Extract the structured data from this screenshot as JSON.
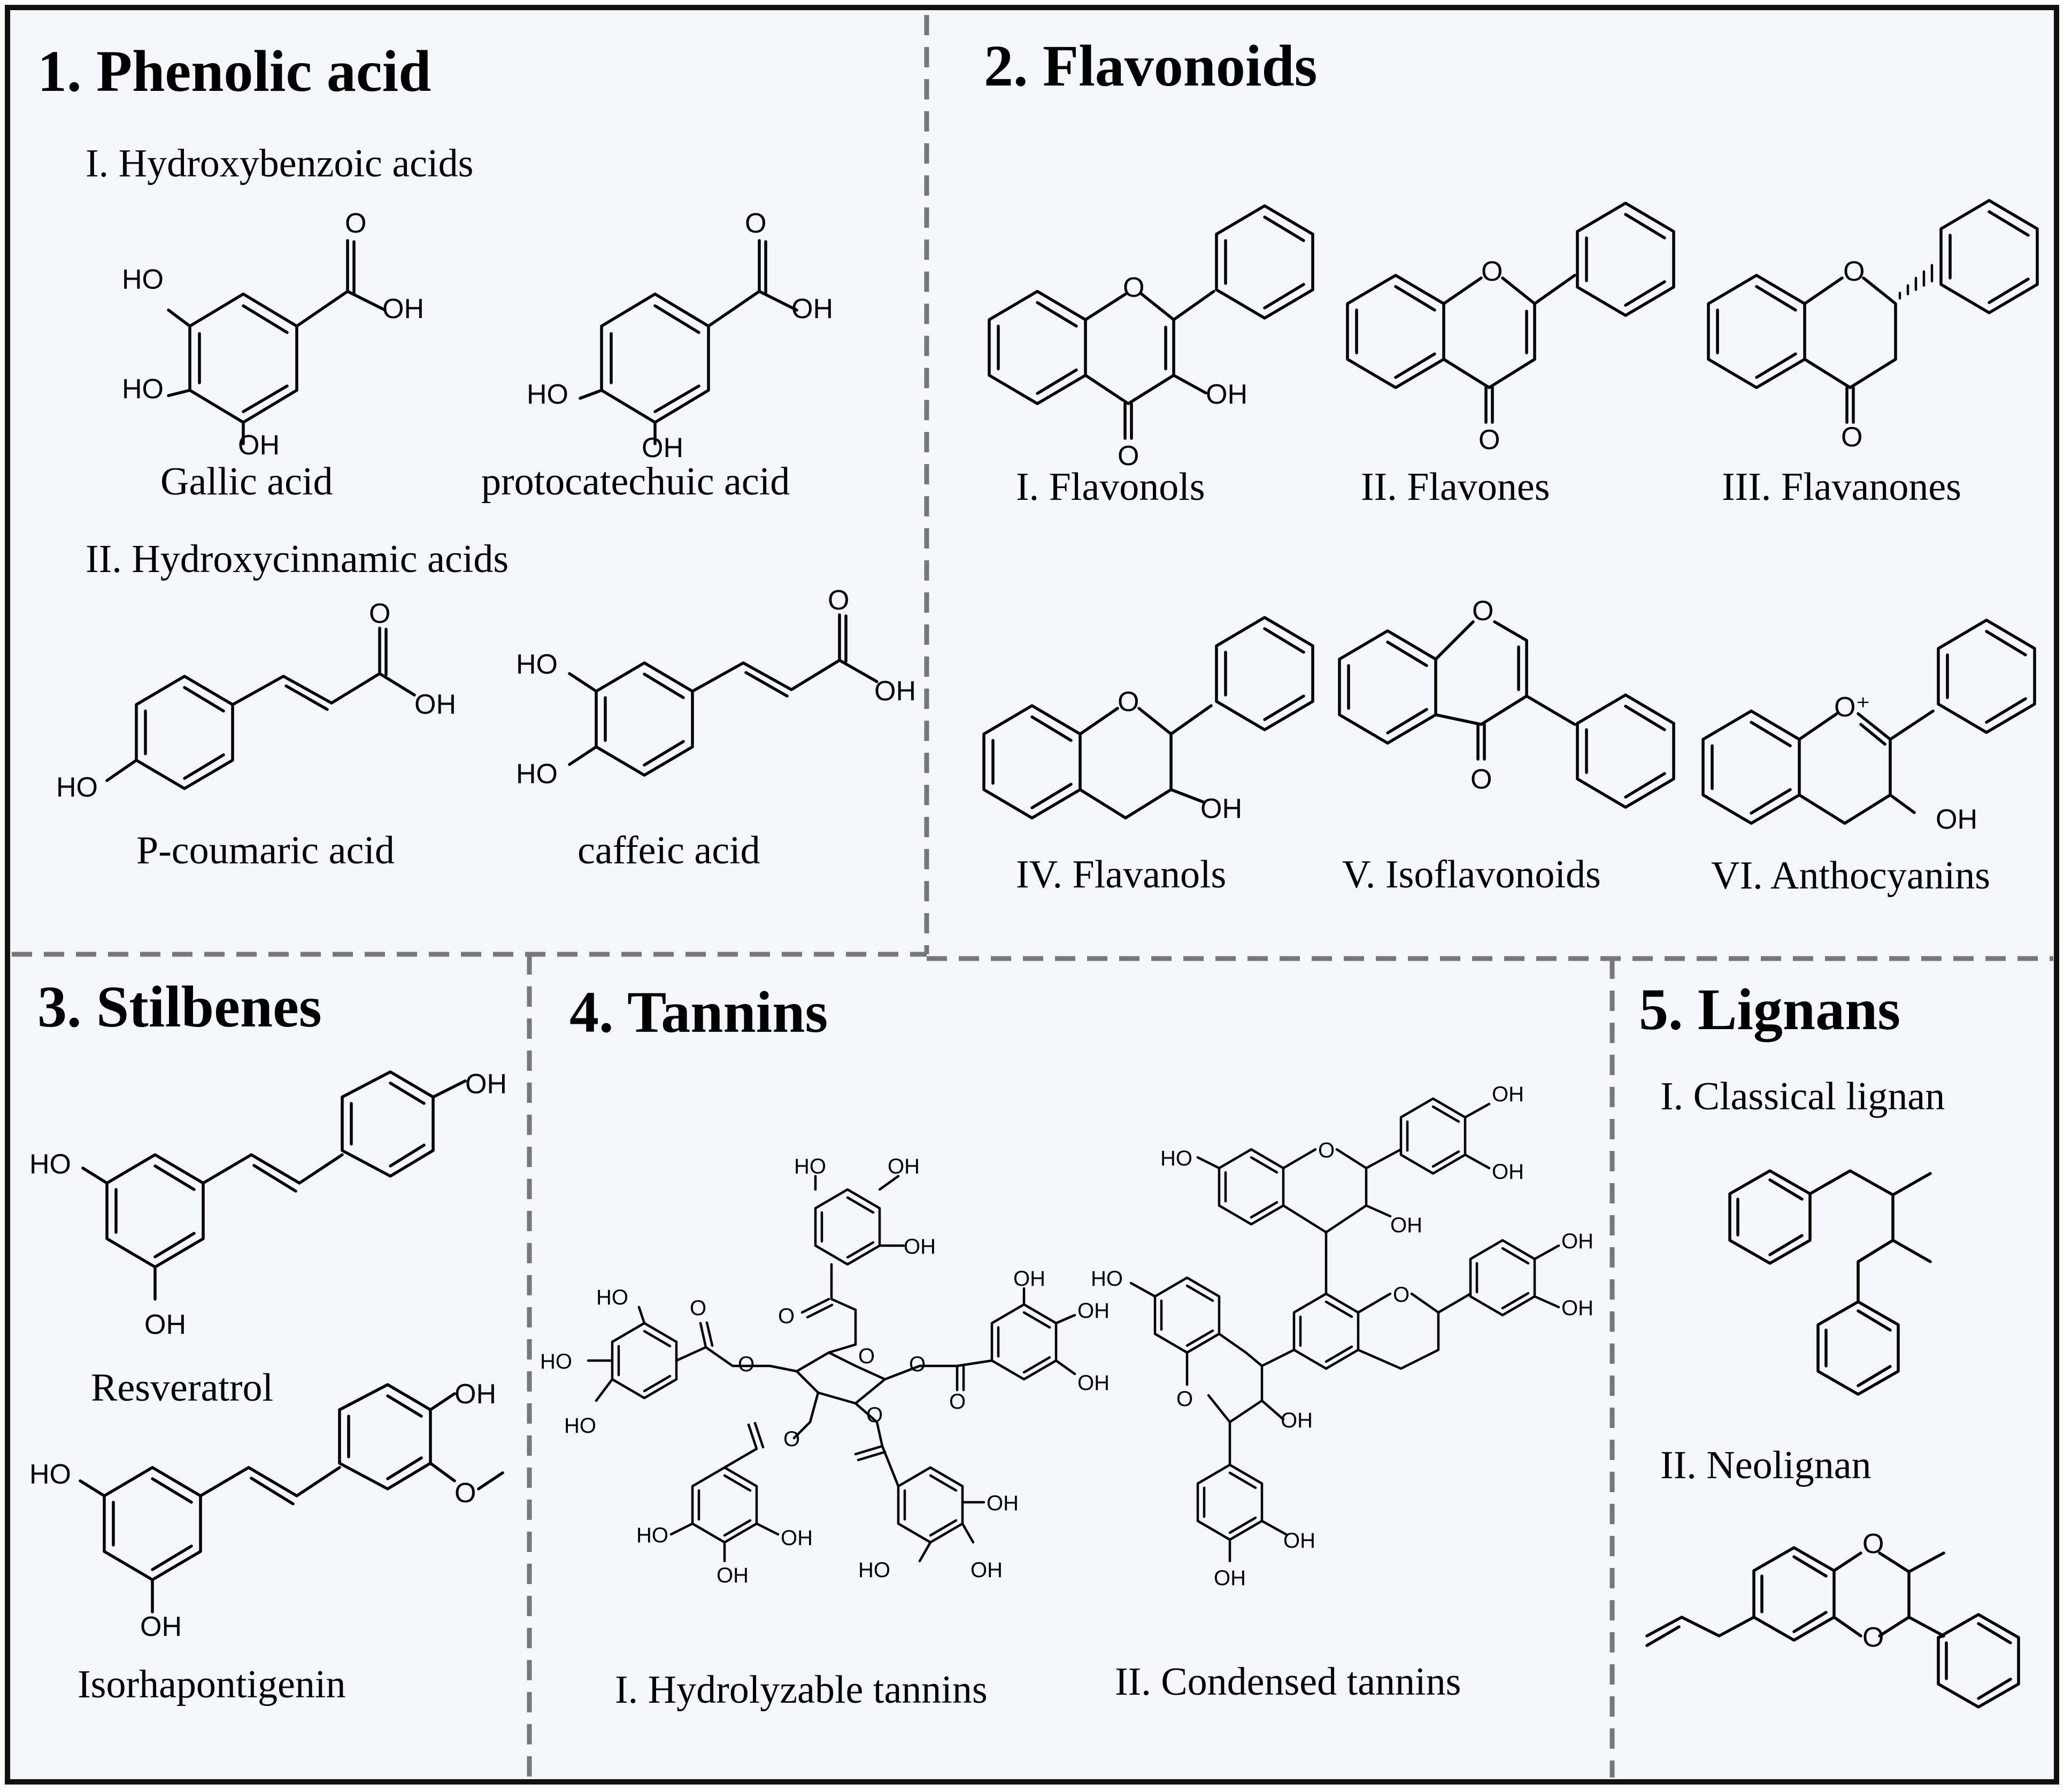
{
  "sections": {
    "phenolic": {
      "title": "1. Phenolic acid",
      "sub1": "I. Hydroxybenzoic acids",
      "gallic": "Gallic acid",
      "protocatechuic": "protocatechuic acid",
      "sub2": "II. Hydroxycinnamic acids",
      "pcoumaric": "P-coumaric acid",
      "caffeic": "caffeic acid"
    },
    "flavonoids": {
      "title": "2. Flavonoids",
      "flavonols": "I. Flavonols",
      "flavones": "II. Flavones",
      "flavanones": "III. Flavanones",
      "flavanols": "IV. Flavanols",
      "isoflavonoids": "V. Isoflavonoids",
      "anthocyanins": "VI. Anthocyanins"
    },
    "stilbenes": {
      "title": "3. Stilbenes",
      "resveratrol": "Resveratrol",
      "isorhapontigenin": "Isorhapontigenin"
    },
    "tannins": {
      "title": "4. Tannins",
      "hydrolyzable": "I. Hydrolyzable tannins",
      "condensed": "II. Condensed tannins"
    },
    "lignans": {
      "title": "5. Lignans",
      "classical": "I. Classical lignan",
      "neolignan": "II. Neolignan"
    }
  },
  "atoms": {
    "ho": "HO",
    "oh": "OH",
    "o": "O",
    "o_plus": "O⁺"
  },
  "colors": {
    "panel_bg": "#f3f6fb",
    "divider": "#777777",
    "border": "#111111"
  }
}
